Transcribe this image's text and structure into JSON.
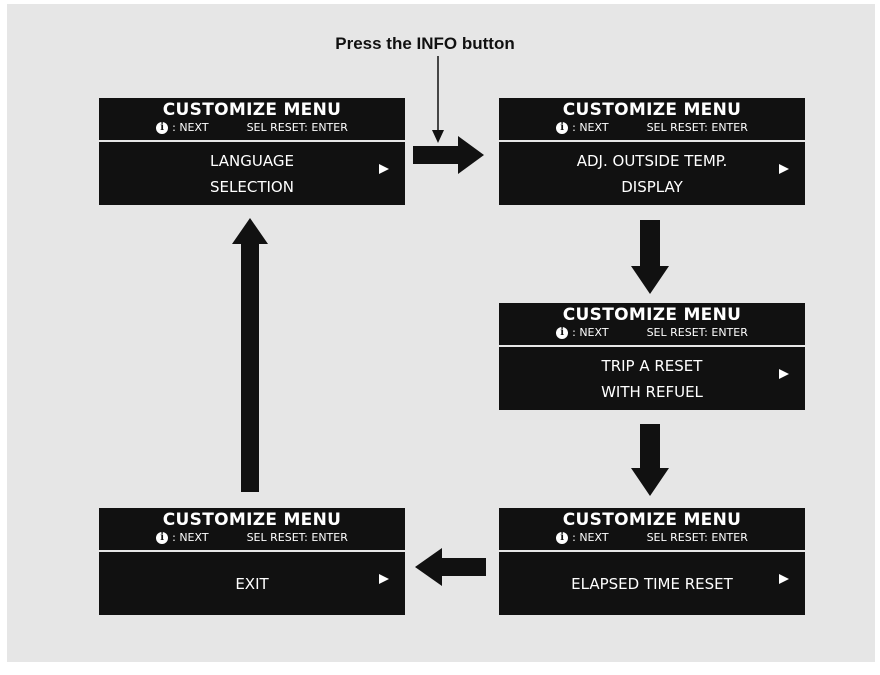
{
  "caption": "Press the INFO button",
  "header": {
    "title": "CUSTOMIZE MENU",
    "info_glyph": "i",
    "next_label": ": NEXT",
    "sel_label": "SEL RESET: ENTER"
  },
  "screens": [
    {
      "line1": "LANGUAGE",
      "line2": "SELECTION"
    },
    {
      "line1": "ADJ. OUTSIDE TEMP.",
      "line2": "DISPLAY"
    },
    {
      "line1": "TRIP A RESET",
      "line2": "WITH REFUEL"
    },
    {
      "line1": "ELAPSED TIME RESET",
      "line2": ""
    },
    {
      "line1": "EXIT",
      "line2": ""
    }
  ],
  "icons": {
    "info": "info-icon",
    "advance": "triangle-right-icon"
  }
}
